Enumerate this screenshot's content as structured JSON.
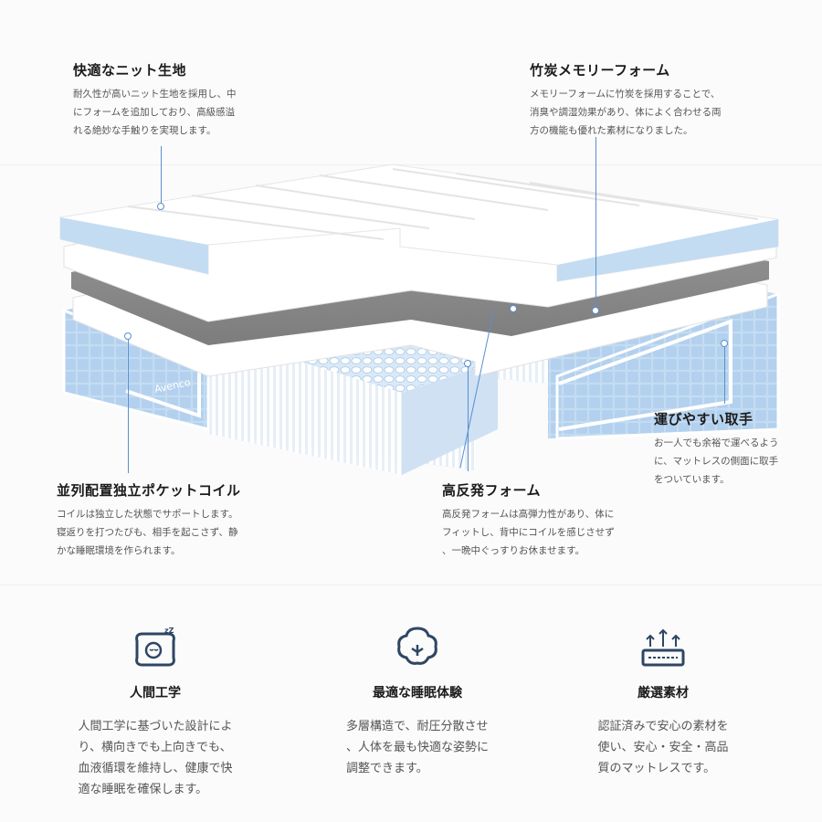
{
  "callouts": {
    "knit": {
      "title": "快適なニット生地",
      "desc": "耐久性が高いニット生地を採用し、中\nにフォームを追加しており、高級感溢\nれる絶妙な手触りを実現します。"
    },
    "bamboo": {
      "title": "竹炭メモリーフォーム",
      "desc": "メモリーフォームに竹炭を採用することで、\n消臭や調湿効果があり、体によく合わせる両\n方の機能も優れた素材になりました。"
    },
    "handle": {
      "title": "運びやすい取手",
      "desc": "お一人でも余裕で運べるよう\nに、マットレスの側面に取手\nをついています。"
    },
    "coil": {
      "title": "並列配置独立ポケットコイル",
      "desc": "コイルは独立した状態でサポートします。\n寝返りを打つたびも、相手を起こさず、静\nかな睡眠環境を作られます。"
    },
    "foam": {
      "title": "高反発フォーム",
      "desc": "高反発フォームは高弾力性があり、体に\nフィットし、背中にコイルを感じさせず\n、一晩中ぐっすりお休ませます。"
    }
  },
  "brand_label": "Avenco",
  "features": [
    {
      "icon": "sleeping-pillow-icon",
      "title": "人間工学",
      "desc": "人間工学に基づいた設計によ\nり、横向きでも上向きでも、\n血液循環を維持し、健康で快\n適な睡眠を確保します。"
    },
    {
      "icon": "cotton-flower-icon",
      "title": "最適な睡眠体験",
      "desc": "多層構造で、耐圧分散させ\n、人体を最も快適な姿勢に\n調整できます。"
    },
    {
      "icon": "ventilated-mattress-icon",
      "title": "厳選素材",
      "desc": "認証済みで安心の素材を\n使い、安心・安全・高品\n質のマットレスです。"
    }
  ],
  "colors": {
    "accent_blue": "#5a8fd0",
    "mattress_blue": "#c4dcf2",
    "icon_navy": "#2f4664"
  }
}
